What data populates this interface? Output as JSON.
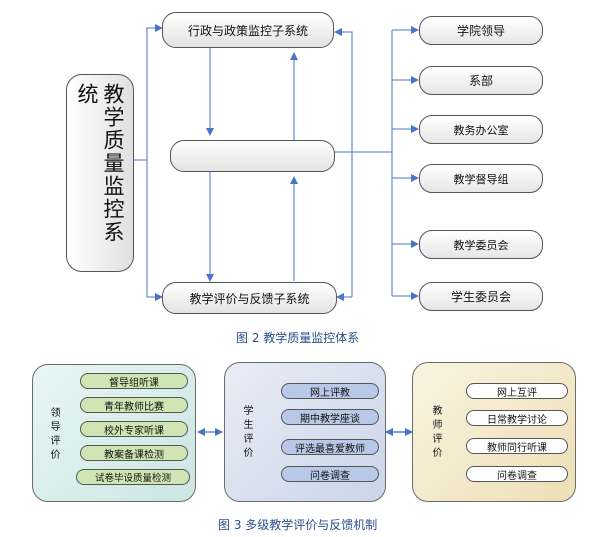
{
  "fig2": {
    "main_system": "教学质量监控系统",
    "top_box": "行政与政策监控子系统",
    "middle_box": "",
    "bottom_box": "教学评价与反馈子系统",
    "right_items": [
      "学院领导",
      "系部",
      "教务办公室",
      "教学督导组",
      "教学委员会",
      "学生委员会"
    ],
    "caption": "图 2 教学质量监控体系"
  },
  "fig3": {
    "leader_panel": {
      "label": "领导评价",
      "items": [
        "督导组听课",
        "青年教师比赛",
        "校外专家听课",
        "教案备课检测",
        "试卷毕设质量检测"
      ]
    },
    "student_panel": {
      "label": "学生评价",
      "items": [
        "网上评教",
        "期中教学座谈",
        "评选最喜爱教师",
        "问卷调查"
      ]
    },
    "teacher_panel": {
      "label": "教师评价",
      "items": [
        "网上互评",
        "日常教学讨论",
        "教师同行听课",
        "问卷调查"
      ]
    },
    "caption": "图 3 多级教学评价与反馈机制"
  },
  "colors": {
    "leader_bg": "#d9eeec",
    "student_bg": "#dbe3f0",
    "teacher_bg": "#f3ebcf",
    "leader_item": "#cfe6b4",
    "student_item": "#b7c9e6",
    "teacher_item": "#ffffff",
    "arrow": "#4a74c4",
    "caption": "#2b4f8c"
  }
}
